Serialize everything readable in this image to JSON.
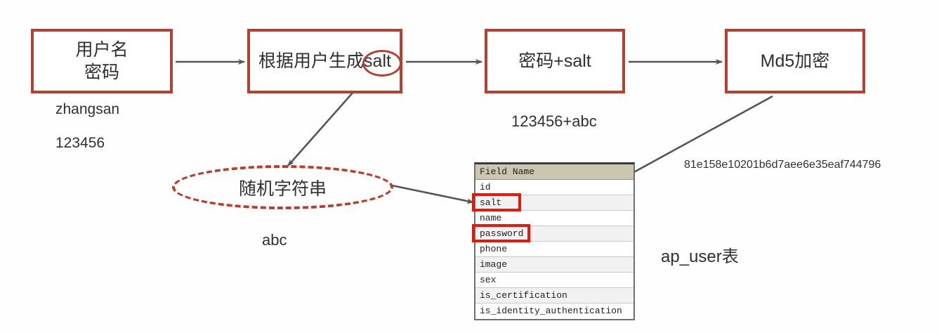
{
  "diagram": {
    "title": "Password salting and MD5 encryption flow",
    "accent_color": "#b5402f",
    "highlight_color": "#e01b0c",
    "arrow_color": "#555555",
    "background": "#fefefe"
  },
  "boxes": [
    {
      "id": "box-user",
      "line1": "用户名",
      "line2": "密码"
    },
    {
      "id": "box-gensalt",
      "line1": "根据用户生成salt"
    },
    {
      "id": "box-pwdsalt",
      "line1": "密码+salt"
    },
    {
      "id": "box-md5",
      "line1": "Md5加密"
    }
  ],
  "captions": {
    "username_sample": "zhangsan",
    "password_sample": "123456",
    "password_plus_salt_sample": "123456+abc",
    "md5_hash_sample": "81e158e10201b6d7aee6e35eaf744796",
    "random_string_sample": "abc",
    "table_label": "ap_user表"
  },
  "ellipse": {
    "label": "随机字符串"
  },
  "table": {
    "header": "Field Name",
    "rows": [
      "id",
      "salt",
      "name",
      "password",
      "phone",
      "image",
      "sex",
      "is_certification",
      "is_identity_authentication"
    ],
    "highlighted_rows": [
      "salt",
      "password"
    ]
  }
}
